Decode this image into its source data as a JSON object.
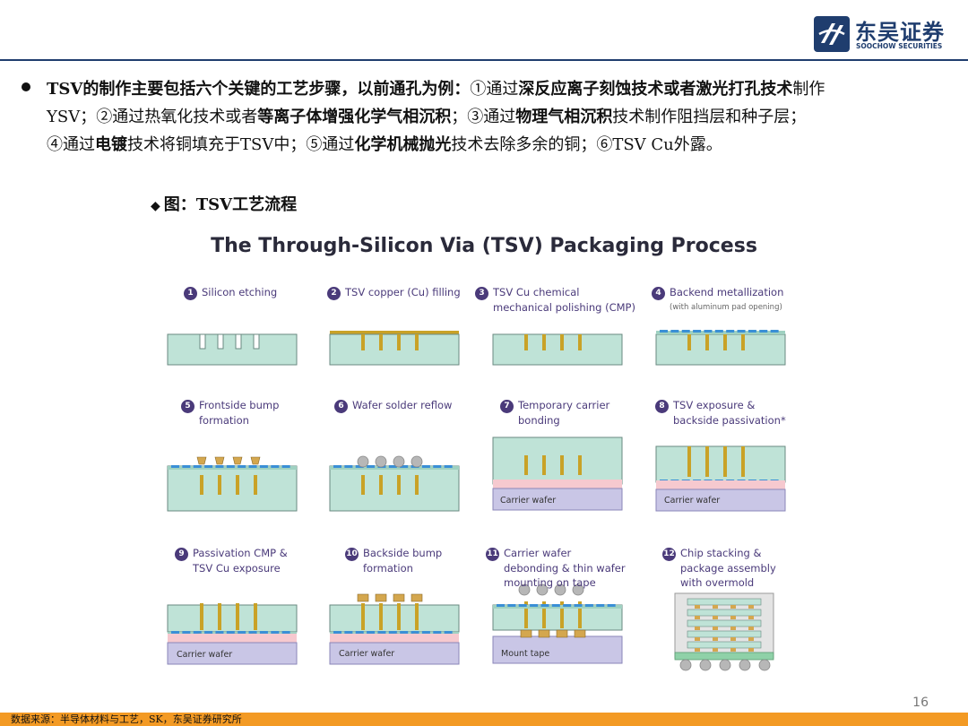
{
  "header": {
    "logo_cn": "东吴证券",
    "logo_en": "SOOCHOW SECURITIES",
    "brand_color": "#1f3d6e"
  },
  "body": {
    "lines": [
      [
        {
          "t": "TSV的制作主要包括六个关键的工艺步骤，以前通孔为例：",
          "b": true
        },
        {
          "t": "①通过",
          "b": false
        },
        {
          "t": "深反应离子刻蚀技术或者激光打孔技术",
          "b": true
        },
        {
          "t": "制作",
          "b": false
        }
      ],
      [
        {
          "t": "YSV；②通过热氧化技术或者",
          "b": false
        },
        {
          "t": "等离子体增强化学气相沉积",
          "b": true
        },
        {
          "t": "；③通过",
          "b": false
        },
        {
          "t": "物理气相沉积",
          "b": true
        },
        {
          "t": "技术制作阻挡层和种子层；",
          "b": false
        }
      ],
      [
        {
          "t": "④通过",
          "b": false
        },
        {
          "t": "电镀",
          "b": true
        },
        {
          "t": "技术将铜填充于TSV中；⑤通过",
          "b": false
        },
        {
          "t": "化学机械抛光",
          "b": true
        },
        {
          "t": "技术去除多余的铜；⑥TSV Cu外露。",
          "b": false
        }
      ]
    ]
  },
  "figure": {
    "label_marker": "◆",
    "label": "图：TSV工艺流程",
    "title": "The Through-Silicon Via (TSV) Packaging Process",
    "steps": [
      {
        "n": "1",
        "lines": [
          "Silicon etching"
        ]
      },
      {
        "n": "2",
        "lines": [
          "TSV copper (Cu) filling"
        ]
      },
      {
        "n": "3",
        "lines": [
          "TSV Cu chemical",
          "mechanical polishing (CMP)"
        ]
      },
      {
        "n": "4",
        "lines": [
          "Backend metallization"
        ],
        "sub": "(with aluminum pad opening)"
      },
      {
        "n": "5",
        "lines": [
          "Frontside bump",
          "formation"
        ]
      },
      {
        "n": "6",
        "lines": [
          "Wafer solder reflow"
        ]
      },
      {
        "n": "7",
        "lines": [
          "Temporary carrier",
          "bonding"
        ]
      },
      {
        "n": "8",
        "lines": [
          "TSV exposure &",
          "backside passivation*"
        ]
      },
      {
        "n": "9",
        "lines": [
          "Passivation CMP &",
          "TSV Cu exposure"
        ]
      },
      {
        "n": "10",
        "lines": [
          "Backside bump",
          "formation"
        ]
      },
      {
        "n": "11",
        "lines": [
          "Carrier wafer",
          "debonding & thin wafer",
          "mounting on tape"
        ]
      },
      {
        "n": "12",
        "lines": [
          "Chip stacking &",
          "package assembly",
          "with overmold"
        ]
      }
    ],
    "wafer_labels": {
      "carrier": "Carrier wafer",
      "tape": "Mount tape"
    }
  },
  "footer": {
    "source": "数据来源：半导体材料与工艺，SK，东吴证券研究所",
    "page": "16",
    "accent": "#f39a24"
  }
}
